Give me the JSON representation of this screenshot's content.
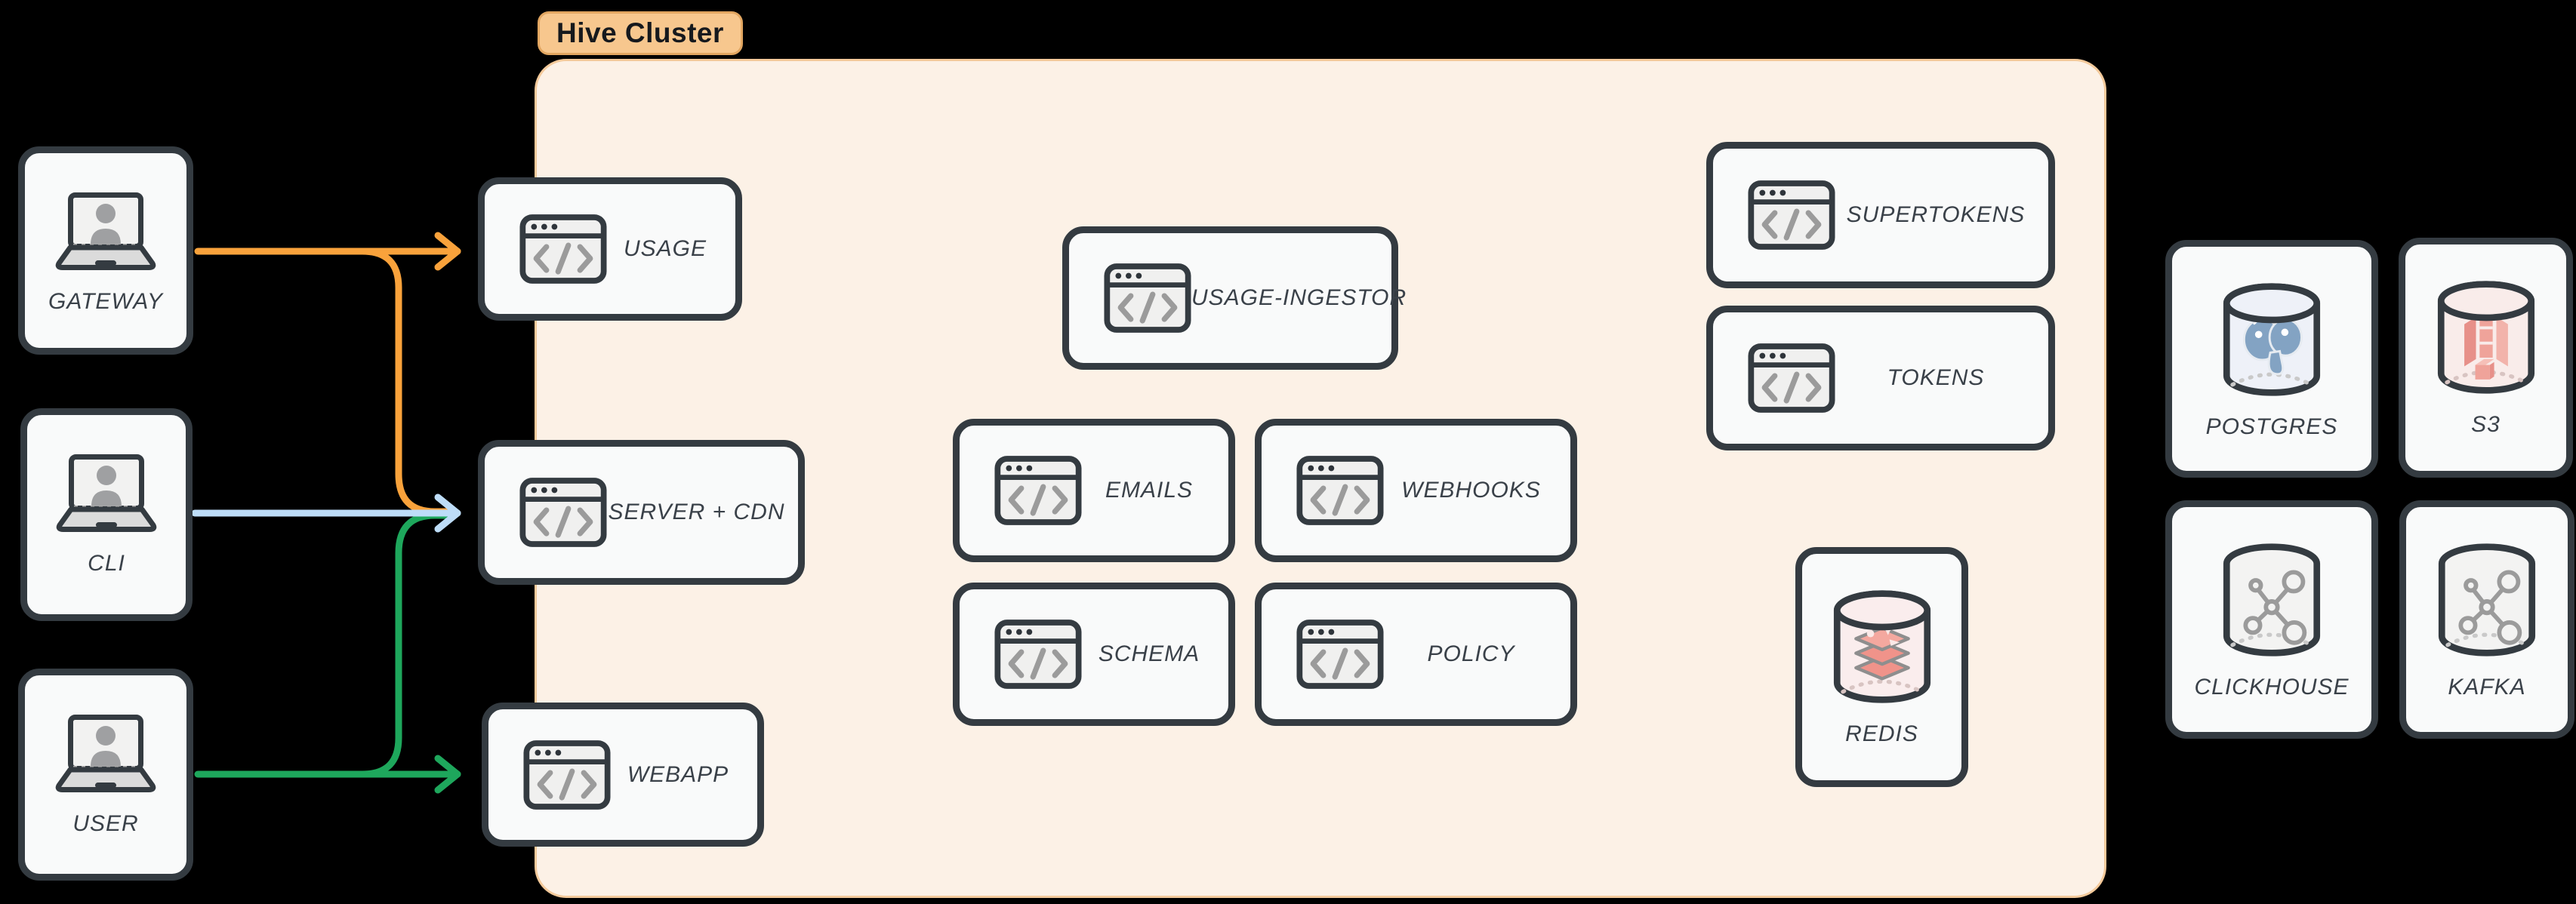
{
  "diagram": {
    "cluster_label": "Hive Cluster"
  },
  "clients": [
    {
      "label": "GATEWAY",
      "icon": "laptop-user-icon"
    },
    {
      "label": "CLI",
      "icon": "laptop-user-icon"
    },
    {
      "label": "USER",
      "icon": "laptop-user-icon"
    }
  ],
  "services": [
    {
      "label": "USAGE",
      "icon": "code-window-icon"
    },
    {
      "label": "SERVER + CDN",
      "icon": "code-window-icon"
    },
    {
      "label": "WEBAPP",
      "icon": "code-window-icon"
    },
    {
      "label": "USAGE-INGESTOR",
      "icon": "code-window-icon"
    },
    {
      "label": "EMAILS",
      "icon": "code-window-icon"
    },
    {
      "label": "WEBHOOKS",
      "icon": "code-window-icon"
    },
    {
      "label": "SCHEMA",
      "icon": "code-window-icon"
    },
    {
      "label": "POLICY",
      "icon": "code-window-icon"
    },
    {
      "label": "SUPERTOKENS",
      "icon": "code-window-icon"
    },
    {
      "label": "TOKENS",
      "icon": "code-window-icon"
    }
  ],
  "datastores": [
    {
      "label": "REDIS",
      "icon": "redis-database-cylinder-icon"
    },
    {
      "label": "POSTGRES",
      "icon": "postgres-database-cylinder-icon"
    },
    {
      "label": "S3",
      "icon": "s3-database-cylinder-icon"
    },
    {
      "label": "CLICKHOUSE",
      "icon": "network-database-cylinder-icon"
    },
    {
      "label": "KAFKA",
      "icon": "network-database-cylinder-icon"
    }
  ],
  "edges": [
    {
      "from": "GATEWAY",
      "to": "USAGE",
      "color": "orange"
    },
    {
      "from": "GATEWAY",
      "to": "SERVER + CDN",
      "color": "orange"
    },
    {
      "from": "CLI",
      "to": "SERVER + CDN",
      "color": "blue"
    },
    {
      "from": "USER",
      "to": "SERVER + CDN",
      "color": "green"
    },
    {
      "from": "USER",
      "to": "WEBAPP",
      "color": "green"
    }
  ],
  "colors": {
    "edge_orange": "#F9A23B",
    "edge_blue": "#BEDDF8",
    "edge_green": "#1EA75C",
    "node_border": "#343B41",
    "node_background": "#F9FAFA",
    "cluster_background": "#FCF1E6",
    "cluster_border": "#F4CA9B",
    "badge_background": "#F7C78E",
    "canvas_background": "#000000"
  }
}
